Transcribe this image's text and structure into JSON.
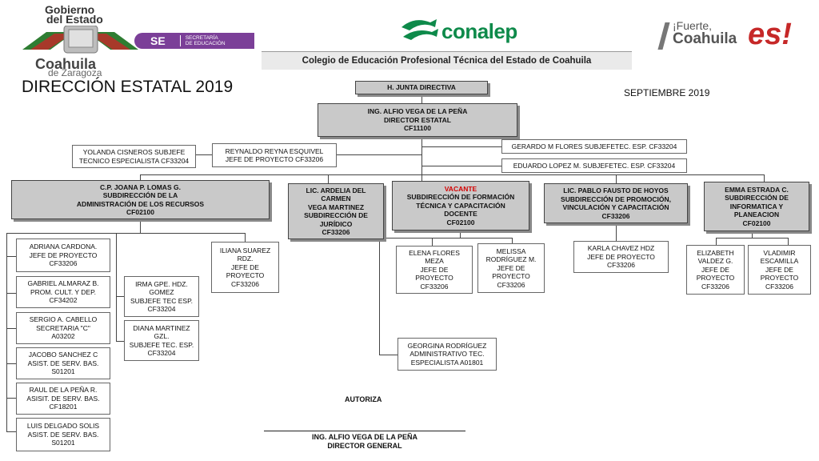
{
  "header": {
    "gobierno_logo": {
      "line1": "Gobierno",
      "line2": "del Estado",
      "line3": "Coahuila",
      "line4": "de Zaragoza"
    },
    "se_logo": {
      "abbr": "SE",
      "line1": "SECRETARÍA",
      "line2": "DE EDUCACIÓN"
    },
    "conalep_logo": "conalep",
    "fuerte_logo": {
      "line1": "¡Fuerte,",
      "line2": "Coahuila",
      "line3": "es!"
    },
    "college_name": "Colegio de Educación Profesional Técnica del Estado de Coahuila",
    "title": "DIRECCIÓN ESTATAL 2019",
    "date": "SEPTIEMBRE 2019"
  },
  "junta": "H. JUNTA DIRECTIVA",
  "director": [
    "ING. ALFIO VEGA DE LA PEÑA",
    "DIRECTOR ESTATAL",
    "CF11100"
  ],
  "yolanda": [
    "YOLANDA CISNEROS SUBJEFE",
    "TECNICO ESPECIALISTA CF33204"
  ],
  "reynaldo": [
    "REYNALDO REYNA ESQUIVEL",
    "JEFE DE PROYECTO CF33206"
  ],
  "gerardo": "GERARDO M FLORES SUBJEFETEC. ESP. CF33204",
  "eduardo": "EDUARDO LOPEZ M. SUBJEFETEC. ESP. CF33204",
  "subdirecciones": {
    "recursos": [
      "C.P. JOANA P. LOMAS G.",
      "SUBDIRECCIÓN DE LA",
      "ADMINISTRACIÓN DE LOS RECURSOS",
      "CF02100"
    ],
    "juridico": [
      "LIC. ARDELIA  DEL",
      "CARMEN",
      "VEGA MARTINEZ",
      "SUBDIRECCIÓN DE",
      "JURÍDICO",
      "CF33206"
    ],
    "formacion": {
      "vacante": "VACANTE",
      "lines": [
        "SUBDIRECCIÓN DE FORMACIÓN",
        "TÉCNICA Y CAPACITACIÓN",
        "DOCENTE",
        "CF02100"
      ]
    },
    "promocion": [
      "LIC. PABLO FAUSTO DE HOYOS",
      "SUBDIRECCIÓN DE PROMOCIÓN,",
      "VINCULACIÓN Y CAPACITACIÓN",
      "CF33206"
    ],
    "informatica": [
      "EMMA ESTRADA C.",
      "SUBDIRECCIÓN DE",
      "INFORMATICA Y",
      "PLANEACION",
      "CF02100"
    ]
  },
  "recursos_staff": {
    "adriana": [
      "ADRIANA CARDONA.",
      "JEFE DE PROYECTO",
      "CF33206"
    ],
    "gabriel": [
      "GABRIEL ALMARAZ B.",
      "PROM. CULT. Y DEP.",
      "CF34202"
    ],
    "sergio": [
      "SERGIO A. CABELLO",
      "SECRETARIA \"C\"",
      "A03202"
    ],
    "jacobo": [
      "JACOBO SANCHEZ C",
      "ASIST. DE SERV. BAS.",
      "S01201"
    ],
    "raul": [
      "RAUL DE LA PEÑA R.",
      "ASISIT. DE SERV. BAS.",
      "CF18201"
    ],
    "luis": [
      "LUIS DELGADO SOLIS",
      "ASIST. DE SERV. BAS.",
      "S01201"
    ],
    "irma": [
      "IRMA GPE. HDZ.",
      "GOMEZ",
      "SUBJEFE TEC ESP.",
      "CF33204"
    ],
    "diana": [
      "DIANA MARTINEZ",
      "GZL.",
      "SUBJEFE TEC. ESP.",
      "CF33204"
    ],
    "iliana": [
      "ILIANA SUAREZ",
      "RDZ.",
      "JEFE DE",
      "PROYECTO",
      "CF33206"
    ]
  },
  "formacion_staff": {
    "elena": [
      "ELENA FLORES",
      "MEZA",
      "JEFE DE",
      "PROYECTO",
      "CF33206"
    ],
    "melissa": [
      "MELISSA",
      "RODRÍGUEZ M.",
      "JEFE DE",
      "PROYECTO",
      "CF33206"
    ],
    "georgina": [
      "GEORGINA RODRÍGUEZ",
      "ADMINISTRATIVO TEC.",
      "ESPECIALISTA A01801"
    ]
  },
  "promocion_staff": {
    "karla": [
      "KARLA CHAVEZ HDZ",
      "JEFE DE PROYECTO",
      "CF33206"
    ]
  },
  "informatica_staff": {
    "elizabeth": [
      "ELIZABETH",
      "VALDEZ G.",
      "JEFE DE",
      "PROYECTO",
      "CF33206"
    ],
    "vladimir": [
      "VLADIMIR",
      "ESCAMILLA",
      "JEFE DE",
      "PROYECTO",
      "CF33206"
    ]
  },
  "footer": {
    "autoriza": "AUTORIZA",
    "signer_name": "ING. ALFIO VEGA DE LA PEÑA",
    "signer_title": "DIRECTOR GENERAL"
  },
  "colors": {
    "se_purple": "#7b3f98",
    "conalep_green": "#0e8a4a",
    "box_gray": "#c9c9c9",
    "vacante_red": "#d40000"
  }
}
